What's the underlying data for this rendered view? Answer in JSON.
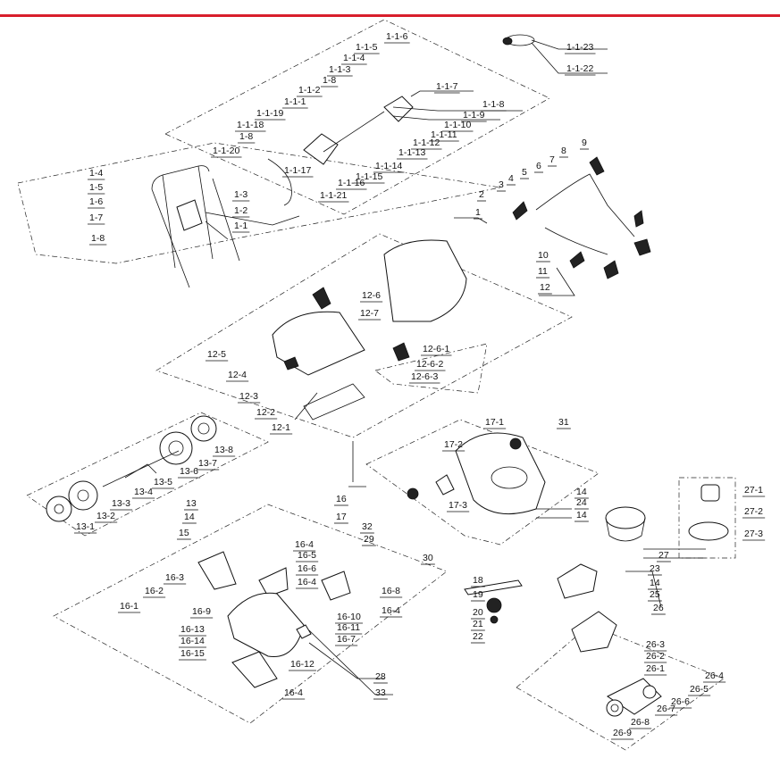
{
  "colors": {
    "top_rule": "#d81e2c",
    "ink": "#111111"
  },
  "labels": [
    {
      "id": "p-1-1-23",
      "text": "1-1-23"
    },
    {
      "id": "p-1-1-22",
      "text": "1-1-22"
    },
    {
      "id": "p-1-1-6",
      "text": "1-1-6"
    },
    {
      "id": "p-1-1-5",
      "text": "1-1-5"
    },
    {
      "id": "p-1-1-4",
      "text": "1-1-4"
    },
    {
      "id": "p-1-1-3",
      "text": "1-1-3"
    },
    {
      "id": "p-1-8a",
      "text": "1-8"
    },
    {
      "id": "p-1-1-2",
      "text": "1-1-2"
    },
    {
      "id": "p-1-1-1",
      "text": "1-1-1"
    },
    {
      "id": "p-1-1-19",
      "text": "1-1-19"
    },
    {
      "id": "p-1-1-18",
      "text": "1-1-18"
    },
    {
      "id": "p-1-8b",
      "text": "1-8"
    },
    {
      "id": "p-1-1-20",
      "text": "1-1-20"
    },
    {
      "id": "p-1-1-17",
      "text": "1-1-17"
    },
    {
      "id": "p-1-1-16",
      "text": "1-1-16"
    },
    {
      "id": "p-1-1-21",
      "text": "1-1-21"
    },
    {
      "id": "p-1-1-7",
      "text": "1-1-7"
    },
    {
      "id": "p-1-1-8",
      "text": "1-1-8"
    },
    {
      "id": "p-1-1-9",
      "text": "1-1-9"
    },
    {
      "id": "p-1-1-10",
      "text": "1-1-10"
    },
    {
      "id": "p-1-1-11",
      "text": "1-1-11"
    },
    {
      "id": "p-1-1-12",
      "text": "1-1-12"
    },
    {
      "id": "p-1-1-13",
      "text": "1-1-13"
    },
    {
      "id": "p-1-1-14",
      "text": "1-1-14"
    },
    {
      "id": "p-1-1-15",
      "text": "1-1-15"
    },
    {
      "id": "p-1-4",
      "text": "1-4"
    },
    {
      "id": "p-1-5",
      "text": "1-5"
    },
    {
      "id": "p-1-6",
      "text": "1-6"
    },
    {
      "id": "p-1-7",
      "text": "1-7"
    },
    {
      "id": "p-1-8c",
      "text": "1-8"
    },
    {
      "id": "p-1-3",
      "text": "1-3"
    },
    {
      "id": "p-1-2",
      "text": "1-2"
    },
    {
      "id": "p-1-1",
      "text": "1-1"
    },
    {
      "id": "p-1",
      "text": "1"
    },
    {
      "id": "p-2",
      "text": "2"
    },
    {
      "id": "p-3",
      "text": "3"
    },
    {
      "id": "p-4",
      "text": "4"
    },
    {
      "id": "p-5",
      "text": "5"
    },
    {
      "id": "p-6",
      "text": "6"
    },
    {
      "id": "p-7",
      "text": "7"
    },
    {
      "id": "p-8",
      "text": "8"
    },
    {
      "id": "p-9",
      "text": "9"
    },
    {
      "id": "p-10",
      "text": "10"
    },
    {
      "id": "p-11",
      "text": "11"
    },
    {
      "id": "p-12",
      "text": "12"
    },
    {
      "id": "p-12-6",
      "text": "12-6"
    },
    {
      "id": "p-12-7",
      "text": "12-7"
    },
    {
      "id": "p-12-5",
      "text": "12-5"
    },
    {
      "id": "p-12-4",
      "text": "12-4"
    },
    {
      "id": "p-12-6-1",
      "text": "12-6-1"
    },
    {
      "id": "p-12-6-2",
      "text": "12-6-2"
    },
    {
      "id": "p-12-6-3",
      "text": "12-6-3"
    },
    {
      "id": "p-12-3",
      "text": "12-3"
    },
    {
      "id": "p-12-2",
      "text": "12-2"
    },
    {
      "id": "p-12-1",
      "text": "12-1"
    },
    {
      "id": "p-13-8",
      "text": "13-8"
    },
    {
      "id": "p-13-7",
      "text": "13-7"
    },
    {
      "id": "p-13-6",
      "text": "13-6"
    },
    {
      "id": "p-13-5",
      "text": "13-5"
    },
    {
      "id": "p-13-4",
      "text": "13-4"
    },
    {
      "id": "p-13-3",
      "text": "13-3"
    },
    {
      "id": "p-13",
      "text": "13"
    },
    {
      "id": "p-13-2",
      "text": "13-2"
    },
    {
      "id": "p-13-1",
      "text": "13-1"
    },
    {
      "id": "p-14a",
      "text": "14"
    },
    {
      "id": "p-15",
      "text": "15"
    },
    {
      "id": "p-17-1",
      "text": "17-1"
    },
    {
      "id": "p-31",
      "text": "31"
    },
    {
      "id": "p-17-2",
      "text": "17-2"
    },
    {
      "id": "p-17-3",
      "text": "17-3"
    },
    {
      "id": "p-16",
      "text": "16"
    },
    {
      "id": "p-17",
      "text": "17"
    },
    {
      "id": "p-14b",
      "text": "14"
    },
    {
      "id": "p-24",
      "text": "24"
    },
    {
      "id": "p-14c",
      "text": "14"
    },
    {
      "id": "p-32",
      "text": "32"
    },
    {
      "id": "p-29",
      "text": "29"
    },
    {
      "id": "p-30",
      "text": "30"
    },
    {
      "id": "p-27-1",
      "text": "27-1"
    },
    {
      "id": "p-27-2",
      "text": "27-2"
    },
    {
      "id": "p-27-3",
      "text": "27-3"
    },
    {
      "id": "p-27",
      "text": "27"
    },
    {
      "id": "p-23",
      "text": "23"
    },
    {
      "id": "p-18",
      "text": "18"
    },
    {
      "id": "p-19",
      "text": "19"
    },
    {
      "id": "p-14d",
      "text": "14"
    },
    {
      "id": "p-25",
      "text": "25"
    },
    {
      "id": "p-20",
      "text": "20"
    },
    {
      "id": "p-21",
      "text": "21"
    },
    {
      "id": "p-22",
      "text": "22"
    },
    {
      "id": "p-26",
      "text": "26"
    },
    {
      "id": "p-16-4a",
      "text": "16-4"
    },
    {
      "id": "p-16-5",
      "text": "16-5"
    },
    {
      "id": "p-16-6",
      "text": "16-6"
    },
    {
      "id": "p-16-4b",
      "text": "16-4"
    },
    {
      "id": "p-16-3",
      "text": "16-3"
    },
    {
      "id": "p-16-2",
      "text": "16-2"
    },
    {
      "id": "p-16-8",
      "text": "16-8"
    },
    {
      "id": "p-16-1",
      "text": "16-1"
    },
    {
      "id": "p-16-9",
      "text": "16-9"
    },
    {
      "id": "p-16-4c",
      "text": "16-4"
    },
    {
      "id": "p-16-10",
      "text": "16-10"
    },
    {
      "id": "p-16-11",
      "text": "16-11"
    },
    {
      "id": "p-16-7",
      "text": "16-7"
    },
    {
      "id": "p-16-13",
      "text": "16-13"
    },
    {
      "id": "p-16-14",
      "text": "16-14"
    },
    {
      "id": "p-16-15",
      "text": "16-15"
    },
    {
      "id": "p-16-12",
      "text": "16-12"
    },
    {
      "id": "p-28",
      "text": "28"
    },
    {
      "id": "p-33",
      "text": "33"
    },
    {
      "id": "p-16-4d",
      "text": "16-4"
    },
    {
      "id": "p-26-3",
      "text": "26-3"
    },
    {
      "id": "p-26-2",
      "text": "26-2"
    },
    {
      "id": "p-26-1",
      "text": "26-1"
    },
    {
      "id": "p-26-4",
      "text": "26-4"
    },
    {
      "id": "p-26-5",
      "text": "26-5"
    },
    {
      "id": "p-26-6",
      "text": "26-6"
    },
    {
      "id": "p-26-7",
      "text": "26-7"
    },
    {
      "id": "p-26-8",
      "text": "26-8"
    },
    {
      "id": "p-26-9",
      "text": "26-9"
    }
  ]
}
